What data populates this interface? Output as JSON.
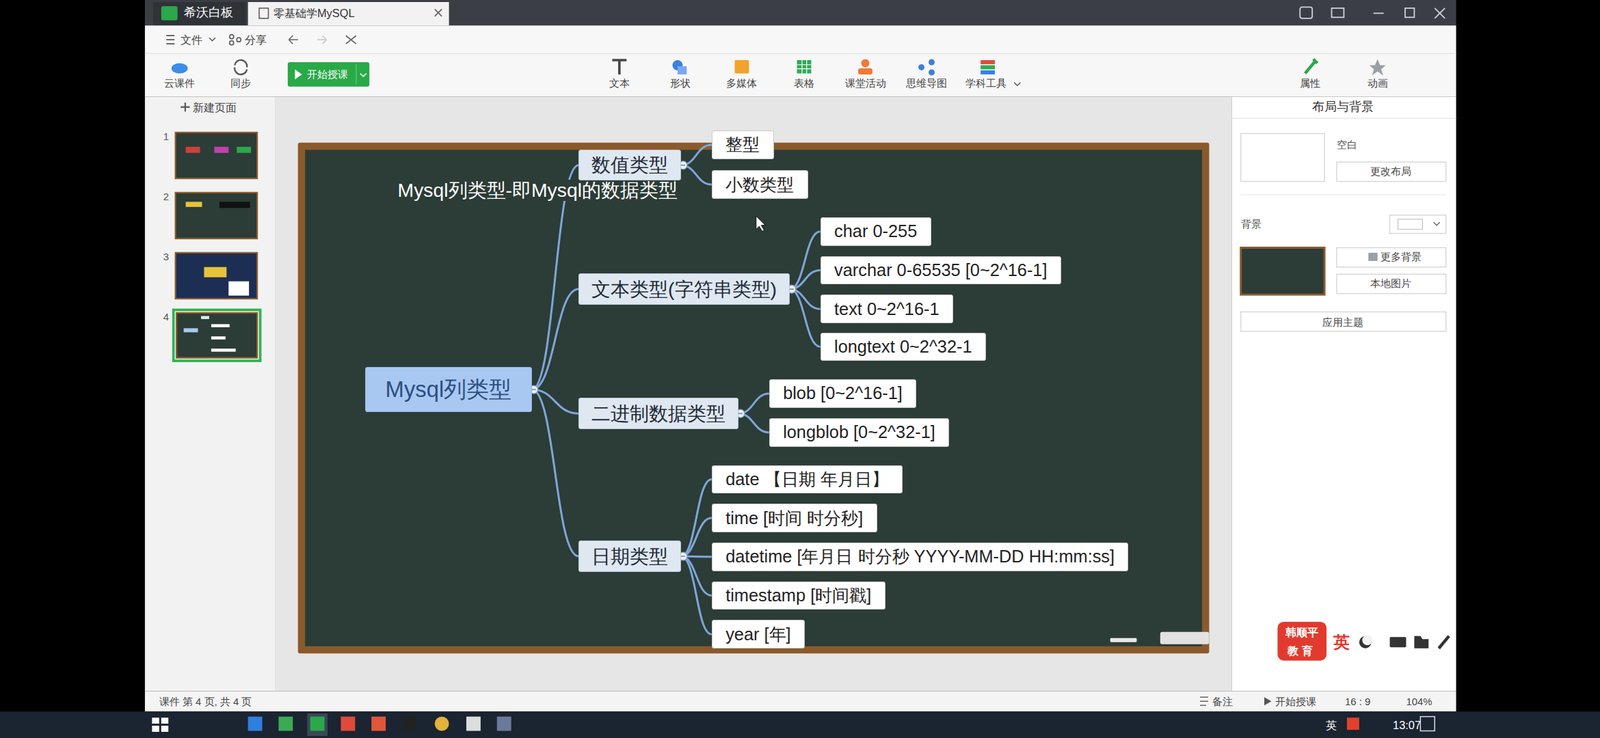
{
  "diagram": {
    "title": "Mysql列类型-即Mysql的数据类型",
    "nodes": [
      {
        "text": [
          "Mysql列类型"
        ]
      },
      {
        "text": [
          "数值类型"
        ]
      },
      {
        "text": [
          "整型"
        ]
      },
      {
        "text": [
          "小数类型"
        ]
      },
      {
        "text": [
          "文本类型(字符串类型)"
        ]
      },
      {
        "text": [
          "char 0-255"
        ]
      },
      {
        "text": [
          "varchar 0-65535 [0~2^16-1]"
        ]
      },
      {
        "text": [
          "text 0~2^16-1"
        ]
      },
      {
        "text": [
          "longtext 0~2^32-1"
        ]
      },
      {
        "text": [
          "二进制数据类型"
        ]
      },
      {
        "text": [
          "blob [0~2^16-1]"
        ]
      },
      {
        "text": [
          "longblob [0~2^32-1]"
        ]
      },
      {
        "text": [
          "日期类型"
        ]
      },
      {
        "text": [
          "date 【日期 年月日】"
        ]
      },
      {
        "text": [
          "time [时间 时分秒]"
        ]
      },
      {
        "text": [
          "datetime [年月日 时分秒 YYYY-MM-DD HH:mm:ss]"
        ]
      },
      {
        "text": [
          "timestamp [时间戳]"
        ]
      },
      {
        "text": [
          "year [年]"
        ]
      }
    ],
    "edges": [
      {
        "from": 0,
        "to": 1,
        "arrow": "none"
      },
      {
        "from": 1,
        "to": 2,
        "arrow": "none"
      },
      {
        "from": 1,
        "to": 3,
        "arrow": "none"
      },
      {
        "from": 0,
        "to": 4,
        "arrow": "none"
      },
      {
        "from": 4,
        "to": 5,
        "arrow": "none"
      },
      {
        "from": 4,
        "to": 6,
        "arrow": "none"
      },
      {
        "from": 4,
        "to": 7,
        "arrow": "none"
      },
      {
        "from": 4,
        "to": 8,
        "arrow": "none"
      },
      {
        "from": 0,
        "to": 9,
        "arrow": "none"
      },
      {
        "from": 9,
        "to": 10,
        "arrow": "none"
      },
      {
        "from": 9,
        "to": 11,
        "arrow": "none"
      },
      {
        "from": 0,
        "to": 12,
        "arrow": "none"
      },
      {
        "from": 12,
        "to": 13,
        "arrow": "none"
      },
      {
        "from": 12,
        "to": 14,
        "arrow": "none"
      },
      {
        "from": 12,
        "to": 15,
        "arrow": "none"
      },
      {
        "from": 12,
        "to": 16,
        "arrow": "none"
      },
      {
        "from": 12,
        "to": 17,
        "arrow": "none"
      }
    ],
    "labels": [
      "希沃白板",
      "零基础学MySQL",
      "文件",
      "分享",
      "云课件",
      "同步",
      "开始授课",
      "文本",
      "形状",
      "多媒体",
      "表格",
      "课堂活动",
      "思维导图",
      "学科工具",
      "属性",
      "动画",
      "新建页面",
      "1",
      "2",
      "3",
      "4",
      "布局与背景",
      "空白",
      "更改布局",
      "背景",
      "更多背景",
      "本地图片",
      "应用主题",
      "课件 第 4 页, 共 4 页",
      "备注",
      "开始授课",
      "16 : 9",
      "104%",
      "韩顺平",
      "教育",
      "英",
      "英",
      "13:07"
    ]
  }
}
